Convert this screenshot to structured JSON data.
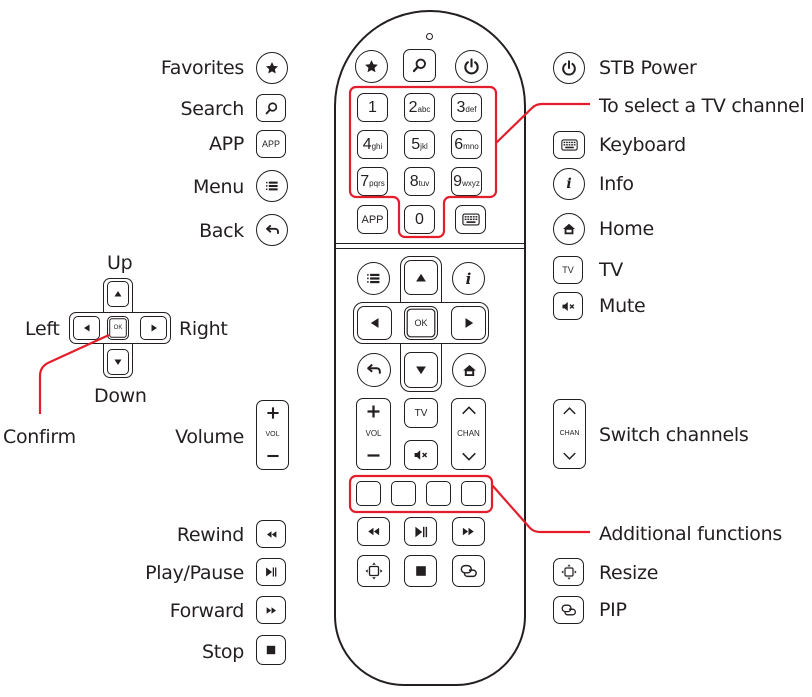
{
  "diagram": {
    "accent_color": "#e31e2a",
    "left_labels": {
      "favorites": "Favorites",
      "search": "Search",
      "app": "APP",
      "menu": "Menu",
      "back": "Back",
      "up": "Up",
      "left": "Left",
      "right": "Right",
      "down": "Down",
      "confirm": "Confirm",
      "volume": "Volume",
      "rewind": "Rewind",
      "play_pause": "Play/Pause",
      "forward": "Forward",
      "stop": "Stop"
    },
    "right_labels": {
      "stb_power": "STB Power",
      "select_channel": "To select a TV channel",
      "keyboard": "Keyboard",
      "info": "Info",
      "home": "Home",
      "tv": "TV",
      "mute": "Mute",
      "switch_channels": "Switch channels",
      "additional_functions": "Additional functions",
      "resize": "Resize",
      "pip": "PIP"
    },
    "button_text": {
      "app": "APP",
      "ok": "OK",
      "vol": "VOL",
      "chan": "CHAN",
      "tv": "TV",
      "info": "i"
    },
    "keypad": [
      {
        "digit": "1",
        "letters": ""
      },
      {
        "digit": "2",
        "letters": "abc"
      },
      {
        "digit": "3",
        "letters": "def"
      },
      {
        "digit": "4",
        "letters": "ghi"
      },
      {
        "digit": "5",
        "letters": "jkl"
      },
      {
        "digit": "6",
        "letters": "mno"
      },
      {
        "digit": "7",
        "letters": "pqrs"
      },
      {
        "digit": "8",
        "letters": "tuv"
      },
      {
        "digit": "9",
        "letters": "wxyz"
      },
      {
        "digit": "0",
        "letters": ""
      }
    ],
    "icons": [
      "star-icon",
      "search-icon",
      "power-icon",
      "keyboard-icon",
      "menu-icon",
      "info-icon",
      "home-icon",
      "back-icon",
      "mute-icon",
      "rewind-icon",
      "play-pause-icon",
      "fast-forward-icon",
      "resize-icon",
      "stop-icon",
      "pip-icon",
      "arrow-up-icon",
      "arrow-down-icon",
      "arrow-left-icon",
      "arrow-right-icon",
      "chevron-up-icon",
      "chevron-down-icon",
      "plus-icon",
      "minus-icon"
    ]
  }
}
